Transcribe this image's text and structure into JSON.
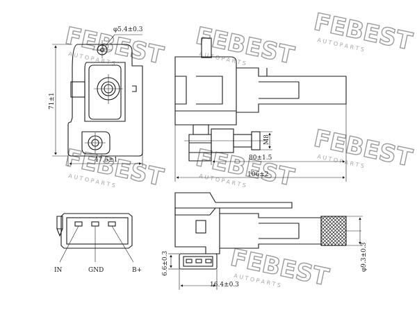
{
  "watermark": {
    "brand": "FEBEST",
    "sub": "A U T O  P A R T S"
  },
  "dimensions": {
    "hole_dia": "φ5.4±0.3",
    "height": "71±1",
    "width": "47.5±1",
    "thread": "M8",
    "probe_length": "80±1.5",
    "overall_length": "106±2",
    "plug_width": "16.4±0.3",
    "plug_height": "6.6±0.3",
    "tip_dia": "φ9.3±0.3"
  },
  "pins": {
    "in": "IN",
    "gnd": "GND",
    "b_plus": "B+"
  }
}
